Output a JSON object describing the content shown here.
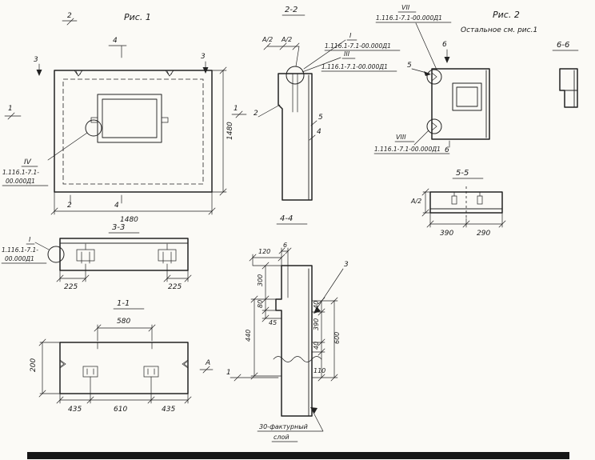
{
  "colors": {
    "paper": "#fbfaf6",
    "ink": "#222222"
  },
  "shared": {
    "doc_ref": "1.116.1-7.1-00.000Д1",
    "doc_ref_l1": "1.116.1-7.1-",
    "doc_ref_l2": "00.000Д1"
  },
  "fig1": {
    "title": "Рис. 1",
    "mark_2_top": "2",
    "mark_4_top": "4",
    "mark_3_left": "3",
    "mark_3_right": "3",
    "mark_1_left": "1",
    "mark_2_bottom": "2",
    "mark_4_bottom": "4",
    "dim_height": "1480",
    "dim_width": "1480",
    "callout_iv": "IV"
  },
  "sec22": {
    "title": "2-2",
    "dim_a2_1": "А/2",
    "dim_a2_2": "А/2",
    "callout_i": "I",
    "callout_iii": "III",
    "mark_1": "1",
    "label_2": "2",
    "label_5": "5",
    "label_4": "4"
  },
  "fig2": {
    "title": "Рис. 2",
    "subtitle": "Остальное см. рис.1",
    "callout_vii": "VII",
    "callout_viii": "VIII",
    "mark_6_top": "6",
    "mark_6_bottom": "6",
    "mark_5": "5"
  },
  "sec66": {
    "title": "6-6"
  },
  "sec55": {
    "title": "5-5",
    "dim_a2": "А/2",
    "dim_left": "390",
    "dim_right": "290"
  },
  "sec33": {
    "title": "3-3",
    "callout_i": "I",
    "dim_left": "225",
    "dim_right": "225"
  },
  "sec11": {
    "title": "1-1",
    "dim_top": "580",
    "dim_height": "200",
    "dim_bottom_left": "435",
    "dim_bottom_mid": "610",
    "dim_bottom_right": "435",
    "mark_a": "А"
  },
  "sec44": {
    "title": "4-4",
    "dim_120": "120",
    "dim_6": "6",
    "callout_3": "3",
    "dim_300": "300",
    "dim_80": "80",
    "dim_45": "45",
    "dim_440": "440",
    "dim_40_top": "40",
    "dim_390": "390",
    "dim_40_bot": "40",
    "dim_600": "600",
    "dim_110": "110",
    "mark_1": "1",
    "note_l1": "30-фактурный",
    "note_l2": "слой"
  }
}
